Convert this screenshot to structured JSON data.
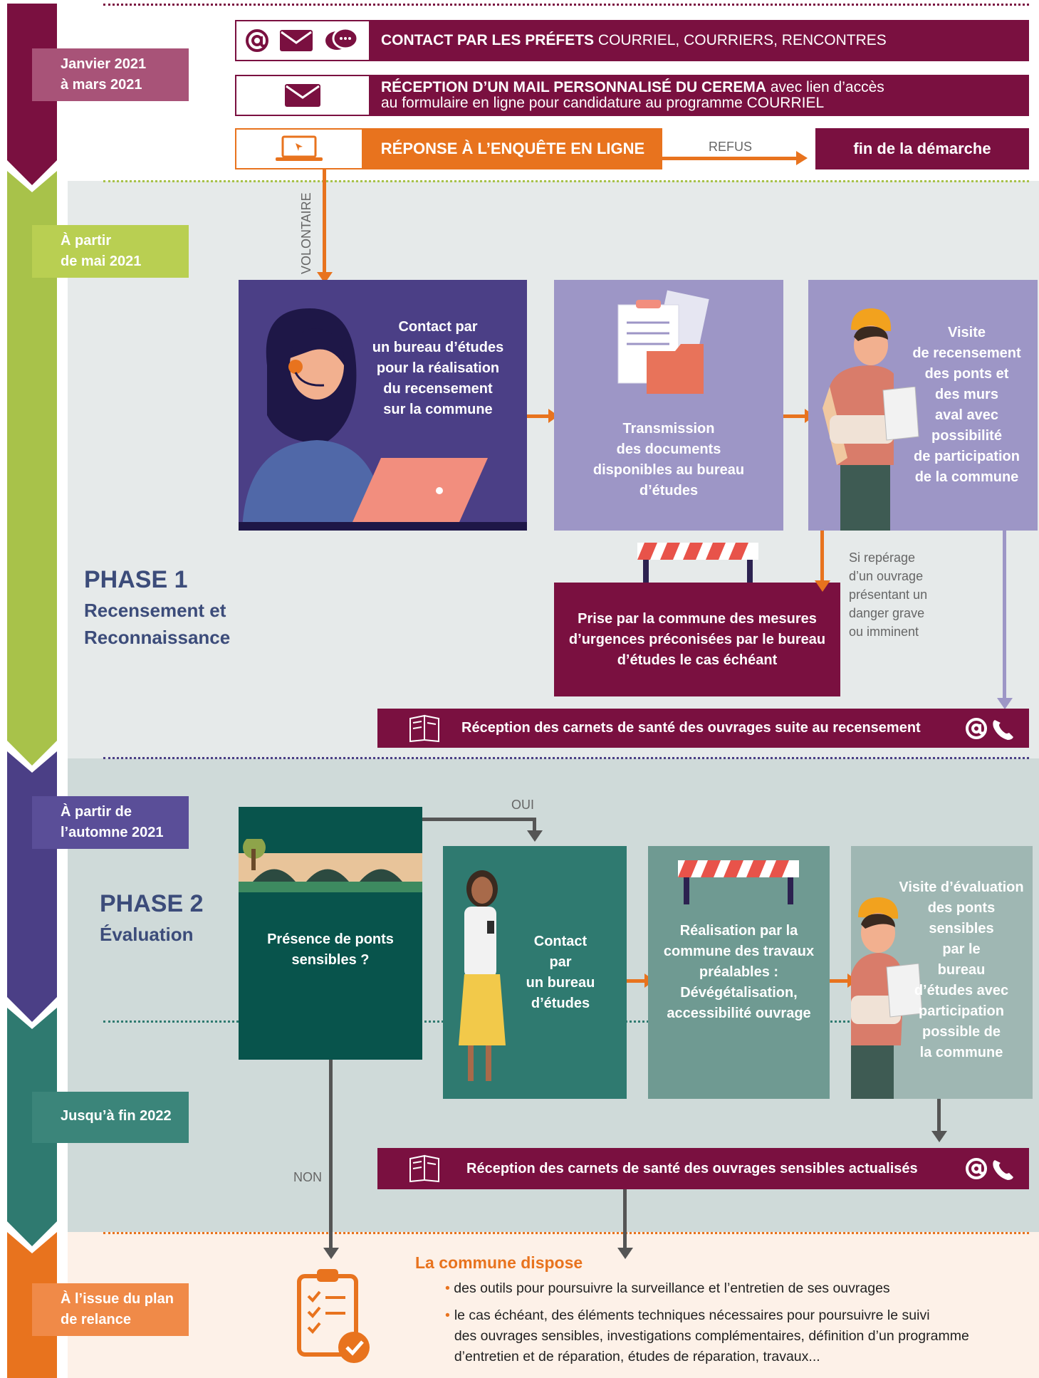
{
  "timeline": {
    "period1": "Janvier 2021\nà mars 2021",
    "period2": "À partir\nde mai 2021",
    "period3": "À partir de\nl’automne 2021",
    "period4": "Jusqu’à fin 2022",
    "period5": "À l’issue du plan\nde relance"
  },
  "top": {
    "contact_bold": "CONTACT PAR LES PRÉFETS",
    "contact_rest": " COURRIEL, COURRIERS, RENCONTRES",
    "mail_bold": "RÉCEPTION D’UN MAIL PERSONNALISÉ DU CEREMA",
    "mail_rest": " avec lien d’accès",
    "mail_line2": "au formulaire en ligne pour candidature au programme COURRIEL",
    "survey": "RÉPONSE À L’ENQUÊTE EN LIGNE",
    "refus": "REFUS",
    "end": "fin de la démarche",
    "volontaire": "VOLONTAIRE"
  },
  "phase1": {
    "title": "PHASE 1",
    "subtitle1": "Recensement et",
    "subtitle2": "Reconnaissance",
    "card1": "Contact par\nun bureau d’études\npour la réalisation\ndu recensement\nsur la commune",
    "card2": "Transmission\ndes documents\ndisponibles au bureau\nd’études",
    "card3": "Visite\nde recensement\ndes ponts et\ndes murs\naval avec\npossibilité\nde participation\nde la commune",
    "urgent": "Prise par la commune des mesures\nd’urgences préconisées par le bureau\nd’études le cas échéant",
    "danger_note": "Si repérage\nd’un ouvrage\nprésentant un\ndanger grave\nou imminent",
    "reception": "Réception des carnets de santé des ouvrages suite au recensement"
  },
  "phase2": {
    "title": "PHASE 2",
    "subtitle": "Évaluation",
    "question": "Présence de ponts\nsensibles ?",
    "oui": "OUI",
    "non": "NON",
    "card_contact": "Contact\npar\nun bureau\nd’études",
    "card_travaux": "Réalisation par la\ncommune des travaux\npréalables :\nDévégétalisation,\naccessibilité ouvrage",
    "card_visite": "Visite d’évaluation\ndes ponts\nsensibles\npar le\nbureau\nd’études avec\nparticipation\npossible de\nla commune",
    "reception": "Réception des carnets de santé des ouvrages sensibles actualisés"
  },
  "final": {
    "title": "La commune dispose",
    "bullet1": "des outils pour poursuivre la surveillance et l’entretien de ses ouvrages",
    "bullet2": "le cas échéant, des éléments techniques nécessaires pour poursuivre le suivi\ndes ouvrages sensibles, investigations complémentaires, définition d’un programme\nd’entretien et de réparation, études de réparation, travaux..."
  },
  "icons": [
    "at-icon",
    "envelope-icon",
    "chat-bubble-icon",
    "laptop-icon",
    "book-icon",
    "phone-icon",
    "checklist-icon",
    "barrier-icon"
  ],
  "colors": {
    "burgundy": "#7a1040",
    "orange": "#e8731e",
    "indigo": "#4b3f86",
    "lavender": "#9d96c6",
    "teal_dark": "#08544c",
    "teal": "#2f7a70",
    "sage": "#6f9a92",
    "band_grey": "#e6eaea",
    "band_grey2": "#cfdad9",
    "band_peach": "#fdf1e8"
  }
}
